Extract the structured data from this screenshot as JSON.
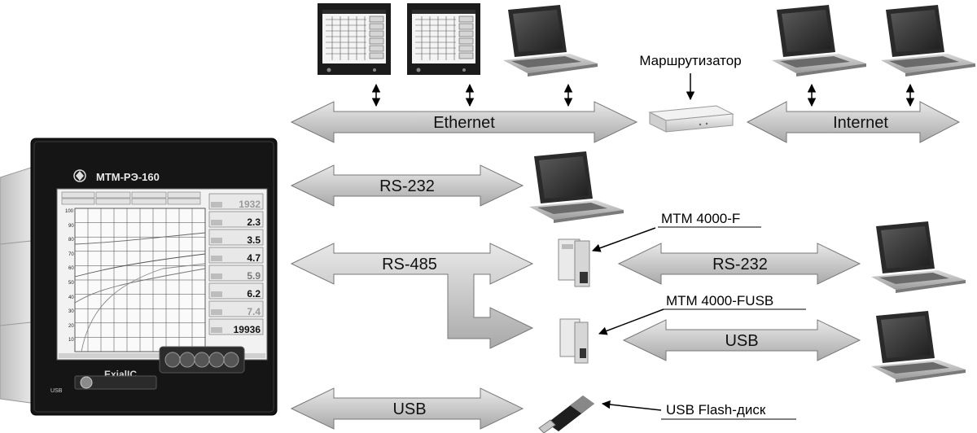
{
  "buses": {
    "ethernet": "Ethernet",
    "internet": "Internet",
    "rs232_left": "RS-232",
    "rs485": "RS-485",
    "rs232_right": "RS-232",
    "usb_right": "USB",
    "usb_bottom": "USB"
  },
  "labels": {
    "router": "Маршрутизатор",
    "converter_f": "МТМ 4000-F",
    "converter_fusb": "МТМ 4000-FUSB",
    "flash_drive": "USB Flash-диск"
  },
  "device": {
    "model": "МТМ-РЭ-160",
    "brand": "ExialIC",
    "usb_label": "USB",
    "readings": [
      "1932",
      "2.3",
      "3.5",
      "4.7",
      "5.9",
      "6.2",
      "7.4",
      "19936"
    ],
    "y_ticks": [
      "100",
      "90",
      "80",
      "70",
      "60",
      "50",
      "40",
      "30",
      "20",
      "10"
    ]
  }
}
